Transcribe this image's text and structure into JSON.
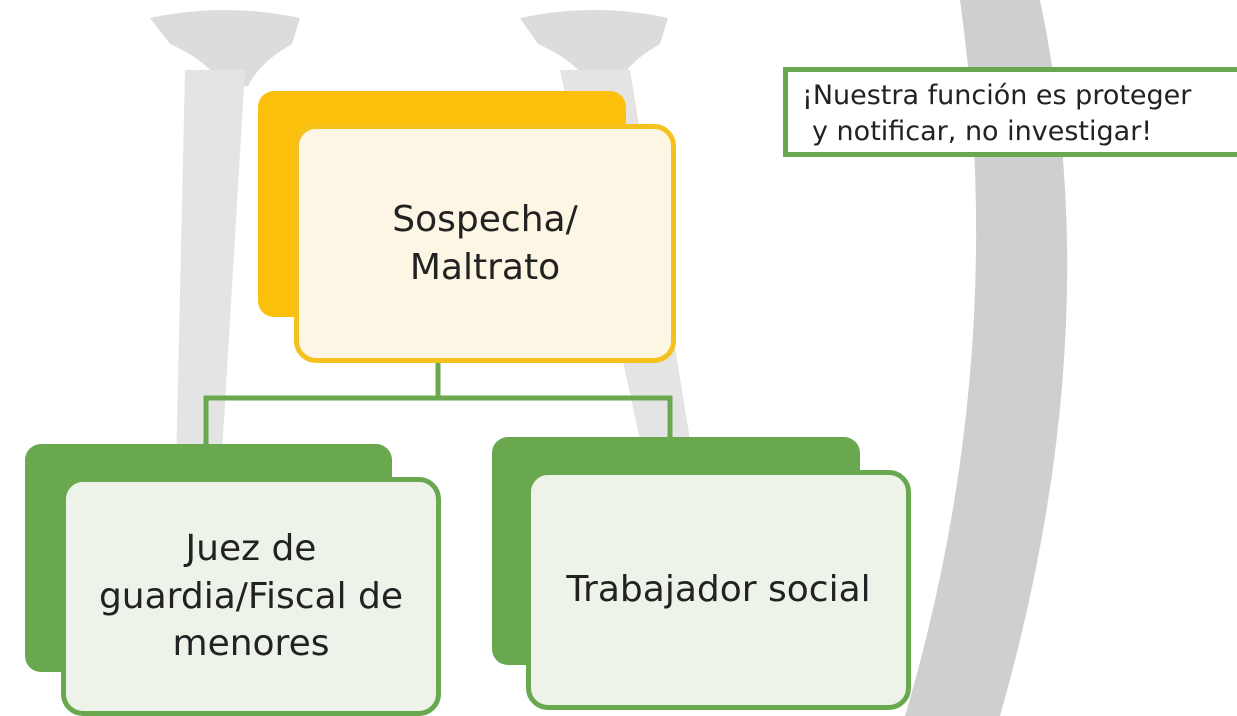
{
  "colors": {
    "root_back": "#fbbf0c",
    "root_front_fill": "#fdf6e4",
    "root_border": "#f4c11d",
    "child_back": "#6aa84f",
    "child_front_fill": "#eef3ea",
    "child_border": "#6aa84f",
    "connector": "#6aa84f",
    "note_border": "#6aa84f",
    "watermark": "#d4d4d4"
  },
  "diagram": {
    "root": {
      "lines": [
        "Sospecha/",
        "Maltrato"
      ]
    },
    "children": [
      {
        "lines": [
          "Juez de",
          "guardia/Fiscal de",
          "menores"
        ]
      },
      {
        "lines": [
          "Trabajador social"
        ]
      }
    ]
  },
  "note": {
    "lines": [
      "¡Nuestra función es proteger",
      "y notificar, no investigar!"
    ]
  }
}
